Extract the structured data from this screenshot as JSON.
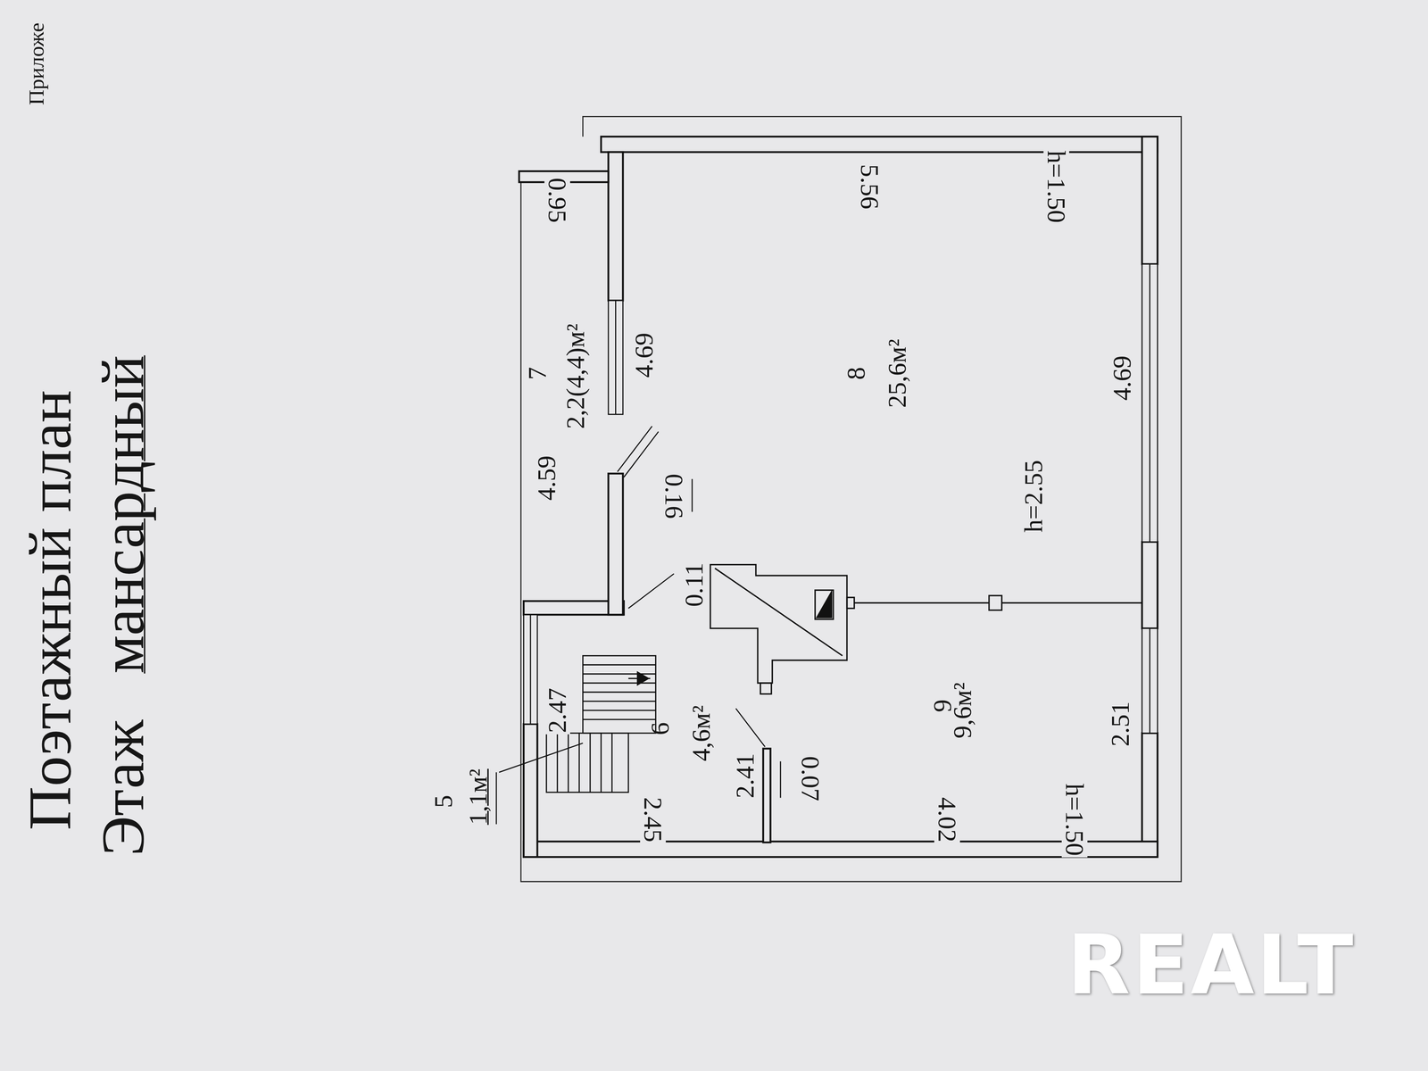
{
  "diagram": {
    "title": "Поэтажный план",
    "labels": [
      "Приложе",
      "Этаж",
      "мансардный",
      "5",
      "1,1м²",
      "0.95",
      "7",
      "2,2(4,4)м²",
      "4.69",
      "4.59",
      "0.16",
      "0.11",
      "2.47",
      "6",
      "4,6м²",
      "2.45",
      "2.41",
      "0.07",
      "8",
      "25,6м²",
      "5.56",
      "h=1.50",
      "h=2.55",
      "4.69",
      "9",
      "9,6м²",
      "2.51",
      "4.02",
      "h=1.50",
      "REALT"
    ]
  }
}
